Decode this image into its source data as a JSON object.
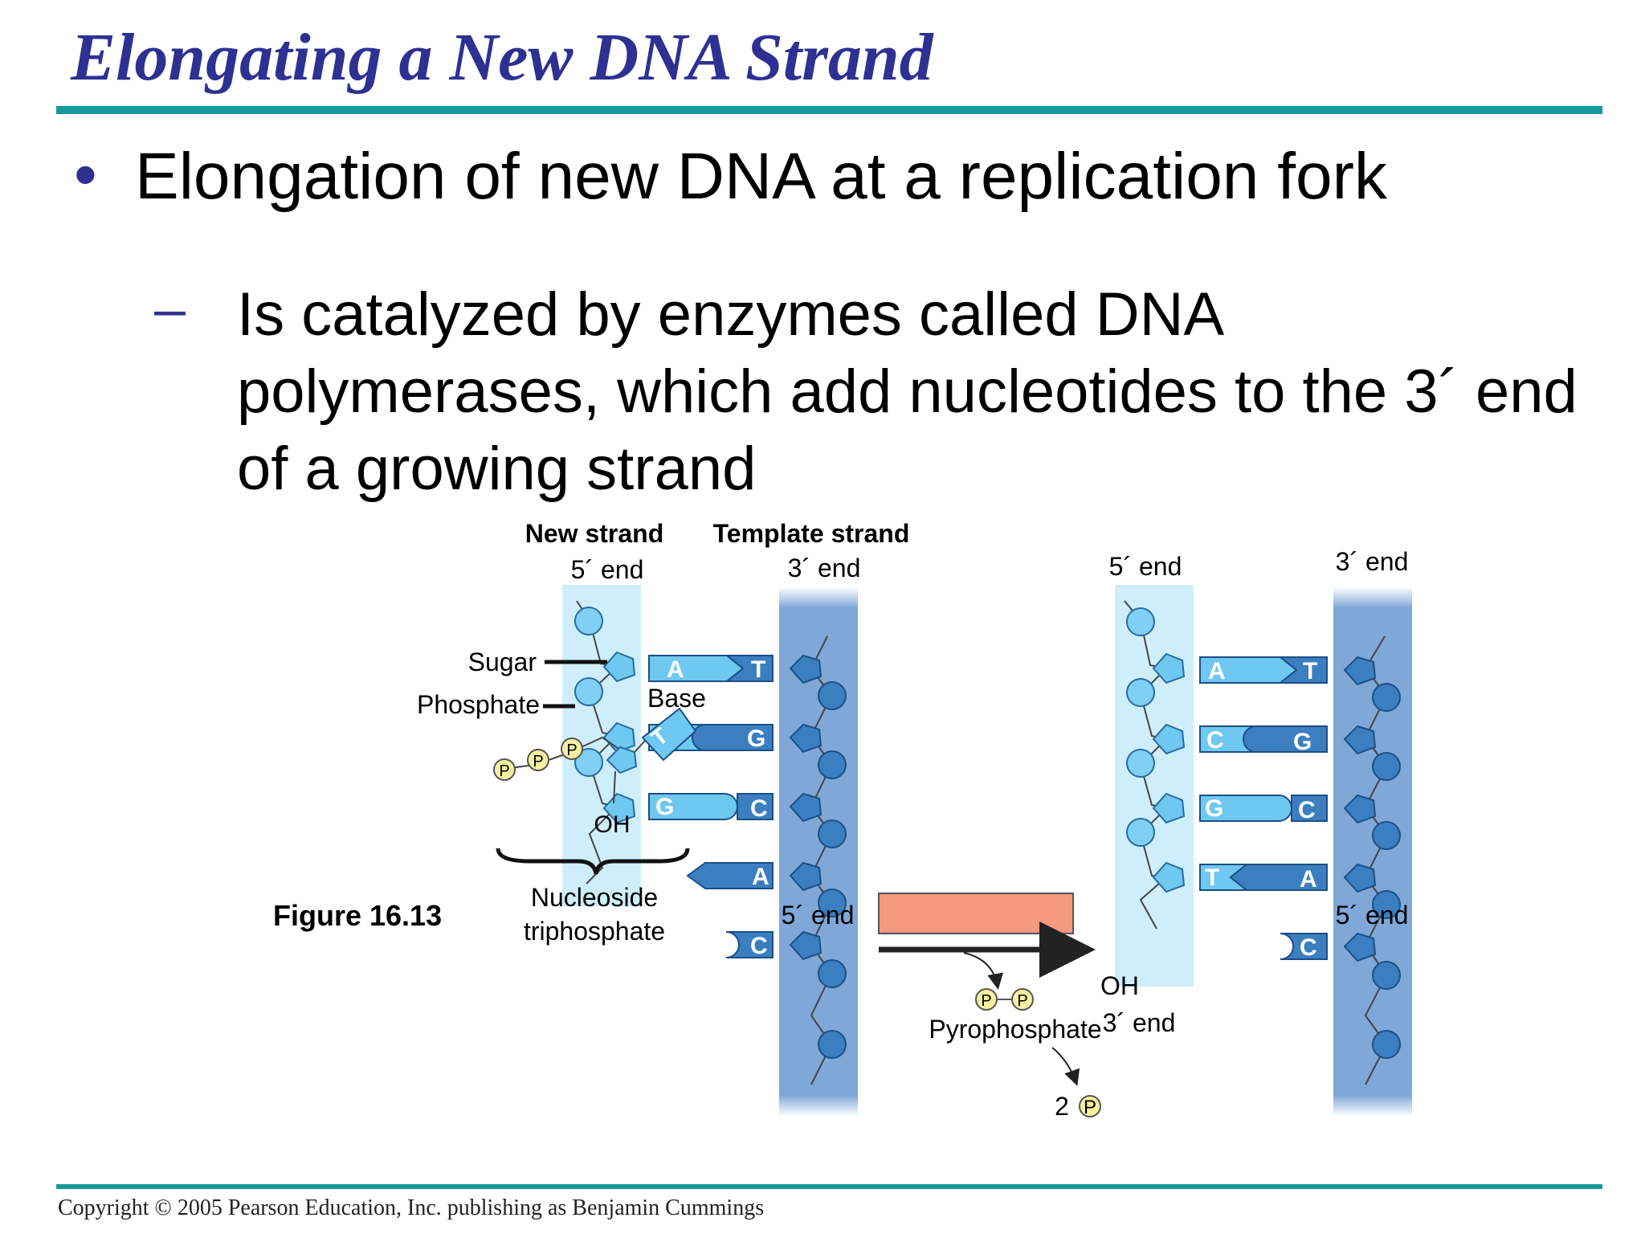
{
  "slide": {
    "title": "Elongating a New DNA Strand",
    "bullet_marker": "•",
    "bullet_text": "Elongation of new DNA at a replication fork",
    "sub_marker": "–",
    "sub_text": "Is catalyzed by enzymes called DNA polymerases, which add nucleotides to the 3´ end of a growing strand",
    "copyright": "Copyright © 2005 Pearson Education, Inc. publishing as Benjamin Cummings"
  },
  "figure": {
    "new_strand_label": "New strand",
    "template_strand_label": "Template strand",
    "left_five_end_top": "5´ end",
    "left_three_end_top": "3´ end",
    "right_five_end_top": "5´ end",
    "right_three_end_top": "3´ end",
    "sugar_label": "Sugar",
    "phosphate_label": "Phosphate",
    "base_label": "Base",
    "oh_label": "OH",
    "nucleoside_label_1": "Nucleoside",
    "nucleoside_label_2": "triphosphate",
    "figure_number": "Figure 16.13",
    "left_five_end_bottom": "5´ end",
    "right_five_end_bottom": "5´ end",
    "pyrophosphate_label": "Pyrophosphate",
    "two_label": "2",
    "phosphate_symbol": "P",
    "product_oh_label": "OH",
    "product_three_end": "3´ end",
    "left_pairs": [
      {
        "new_base": "A",
        "template_base": "T"
      },
      {
        "new_base": "C",
        "template_base": "G"
      },
      {
        "new_base": "G",
        "template_base": "C"
      }
    ],
    "incoming_new_base": "T",
    "incoming_template_base": "A",
    "unpaired_template_base": "C",
    "right_pairs": [
      {
        "new_base": "A",
        "template_base": "T"
      },
      {
        "new_base": "C",
        "template_base": "G"
      },
      {
        "new_base": "G",
        "template_base": "C"
      },
      {
        "new_base": "T",
        "template_base": "A"
      }
    ],
    "right_unpaired_base": "C",
    "colors": {
      "light_strand_band": "#cfeefb",
      "template_band": "#7fa8d8",
      "light_base": "#6fc8ef",
      "dark_base": "#3c7fc0",
      "phosphate_circle": "#7fd0f2",
      "phosphate_yellow": "#f6f0a0",
      "enzyme_box": "#f59a80",
      "title_blue": "#2e3192",
      "rule_teal": "#17989a"
    }
  }
}
